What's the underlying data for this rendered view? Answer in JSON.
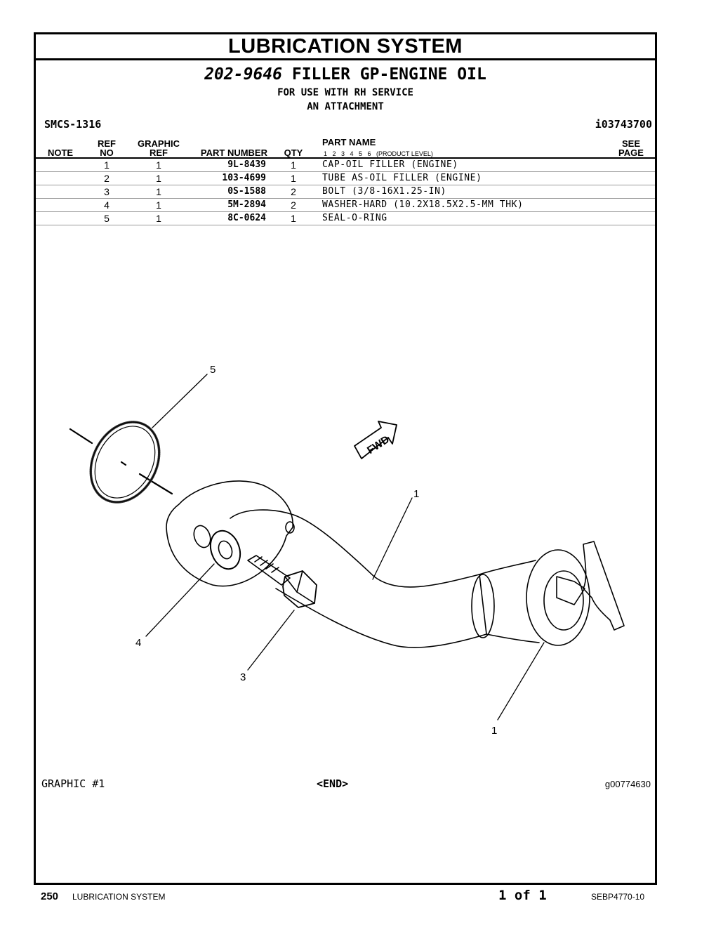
{
  "header": {
    "title": "LUBRICATION SYSTEM",
    "part_number": "202-9646",
    "part_title": "FILLER GP-ENGINE OIL",
    "sub1": "FOR USE WITH RH SERVICE",
    "sub2": "AN ATTACHMENT",
    "smcs": "SMCS-1316",
    "ident": "i03743700"
  },
  "columns": {
    "note": "NOTE",
    "ref_no_1": "REF",
    "ref_no_2": "NO",
    "graphic_ref_1": "GRAPHIC",
    "graphic_ref_2": "REF",
    "part_number": "PART NUMBER",
    "qty": "QTY",
    "part_name": "PART NAME",
    "levels": "1   2   3   4   5   6   (PRODUCT LEVEL)",
    "see_page_1": "SEE",
    "see_page_2": "PAGE"
  },
  "rows": [
    {
      "ref": "1",
      "graphic": "1",
      "part_number": "9L-8439",
      "qty": "1",
      "name": "CAP-OIL FILLER (ENGINE)"
    },
    {
      "ref": "2",
      "graphic": "1",
      "part_number": "103-4699",
      "qty": "1",
      "name": "TUBE AS-OIL FILLER (ENGINE)"
    },
    {
      "ref": "3",
      "graphic": "1",
      "part_number": "0S-1588",
      "qty": "2",
      "name": "BOLT (3/8-16X1.25-IN)"
    },
    {
      "ref": "4",
      "graphic": "1",
      "part_number": "5M-2894",
      "qty": "2",
      "name": "WASHER-HARD (10.2X18.5X2.5-MM THK)"
    },
    {
      "ref": "5",
      "graphic": "1",
      "part_number": "8C-0624",
      "qty": "1",
      "name": "SEAL-O-RING"
    }
  ],
  "graphic": {
    "callouts": [
      "5",
      "1",
      "4",
      "3",
      "1"
    ],
    "fwd_label": "FWD"
  },
  "footer": {
    "graphic_label": "GRAPHIC #1",
    "end": "<END>",
    "graphic_id": "g00774630"
  },
  "page": {
    "number": "250",
    "section": "LUBRICATION SYSTEM",
    "of": "1 of 1",
    "doc": "SEBP4770-10"
  }
}
